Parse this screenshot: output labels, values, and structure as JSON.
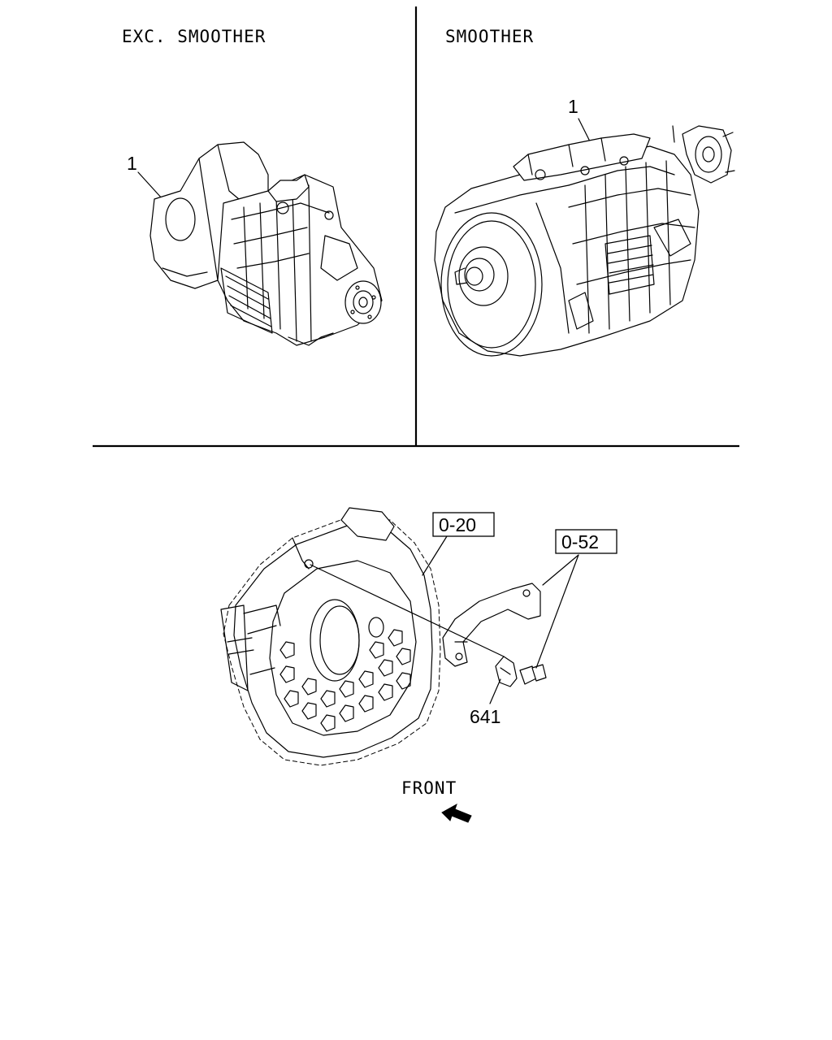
{
  "panels": {
    "top_left": {
      "title": "EXC. SMOOTHER",
      "callout": "1"
    },
    "top_right": {
      "title": "SMOOTHER",
      "callout": "1"
    }
  },
  "bottom": {
    "ref_a": "0-20",
    "ref_b": "0-52",
    "part_number": "641",
    "direction_label": "FRONT"
  }
}
